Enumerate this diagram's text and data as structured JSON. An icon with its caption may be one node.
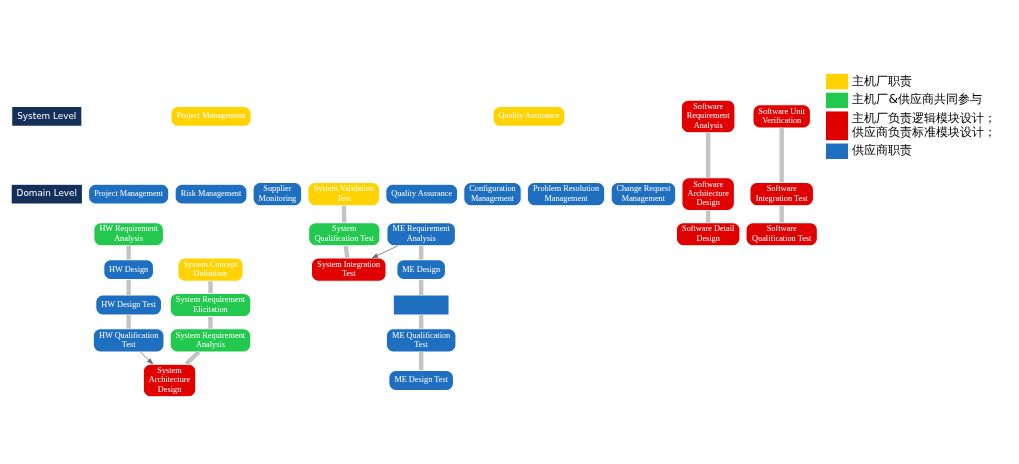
{
  "diagram": {
    "nodes": [
      {
        "text": [
          "System Level"
        ]
      },
      {
        "text": [
          "Domain Level"
        ]
      },
      {
        "text": [
          "Project Management"
        ]
      },
      {
        "text": [
          "Project Management"
        ]
      },
      {
        "text": [
          "Risk Management"
        ]
      },
      {
        "text": [
          "Supplier Monitoring"
        ]
      },
      {
        "text": [
          "System Concept Definition"
        ]
      },
      {
        "text": [
          "System Requirement Elicitation"
        ]
      },
      {
        "text": [
          "System Requirement Analysis"
        ]
      },
      {
        "text": [
          "System Architecture Design"
        ]
      },
      {
        "text": [
          "System Validation Test"
        ]
      },
      {
        "text": [
          "System Qualification Test"
        ]
      },
      {
        "text": [
          "System Integration Test"
        ]
      },
      {
        "text": [
          "Quality Assurance"
        ]
      },
      {
        "text": [
          "Quality Assurance"
        ]
      },
      {
        "text": [
          "Configuration Management"
        ]
      },
      {
        "text": [
          "Problem Resolution Management"
        ]
      },
      {
        "text": [
          "Change Request Management"
        ]
      },
      {
        "text": [
          "HW Requirement Analysis"
        ]
      },
      {
        "text": [
          "HW Qualification Test"
        ]
      },
      {
        "text": [
          "HW Design"
        ]
      },
      {
        "text": [
          "HW Design Test"
        ]
      },
      {
        "text": [
          "Software Requirement Analysis"
        ]
      },
      {
        "text": [
          "Software Architecture Design"
        ]
      },
      {
        "text": [
          "Software Detail Design"
        ]
      },
      {
        "text": [
          "Software Qualification Test"
        ]
      },
      {
        "text": [
          "Software Integration Test"
        ]
      },
      {
        "text": [
          "Software Unit Verification"
        ]
      },
      {
        "text": [
          "ME Requirement Analysis"
        ]
      },
      {
        "text": [
          "ME Design Test"
        ]
      },
      {
        "text": [
          "ME Design"
        ]
      },
      {
        "text": [
          "ME Qualification Test"
        ]
      },
      {
        "text": [],
        "shape": "box"
      }
    ],
    "edges": [
      {
        "from": 6,
        "to": 7,
        "arrow": "none"
      },
      {
        "from": 7,
        "to": 8,
        "arrow": "none"
      },
      {
        "from": 8,
        "to": 9,
        "arrow": "none"
      },
      {
        "from": 10,
        "to": 11,
        "arrow": "none"
      },
      {
        "from": 11,
        "to": 12,
        "arrow": "none"
      },
      {
        "from": 18,
        "to": 20,
        "arrow": "none"
      },
      {
        "from": 20,
        "to": 21,
        "arrow": "none"
      },
      {
        "from": 21,
        "to": 19,
        "arrow": "none"
      },
      {
        "from": 19,
        "to": 9,
        "arrow": "to",
        "color": "#707070"
      },
      {
        "from": 22,
        "to": 23,
        "arrow": "none"
      },
      {
        "from": 23,
        "to": 24,
        "arrow": "none"
      },
      {
        "from": 27,
        "to": 26,
        "arrow": "none"
      },
      {
        "from": 26,
        "to": 25,
        "arrow": "none"
      },
      {
        "from": 28,
        "to": 30,
        "arrow": "none"
      },
      {
        "from": 30,
        "to": 32,
        "arrow": "none"
      },
      {
        "from": 32,
        "to": 31,
        "arrow": "none"
      },
      {
        "from": 31,
        "to": 29,
        "arrow": "none"
      },
      {
        "from": 28,
        "to": 12,
        "arrow": "to",
        "color": "#707070"
      }
    ],
    "legend": [
      {
        "text": "主机厂职责",
        "color": "#ffd200"
      },
      {
        "text": "主机厂&供应商共同参与",
        "color": "#22c94e"
      },
      {
        "text": "主机厂负责逻辑模块设计；供应商负责标准模块设计；",
        "color": "#e00000"
      },
      {
        "text": "供应商职责",
        "color": "#1f6fc0"
      }
    ]
  }
}
